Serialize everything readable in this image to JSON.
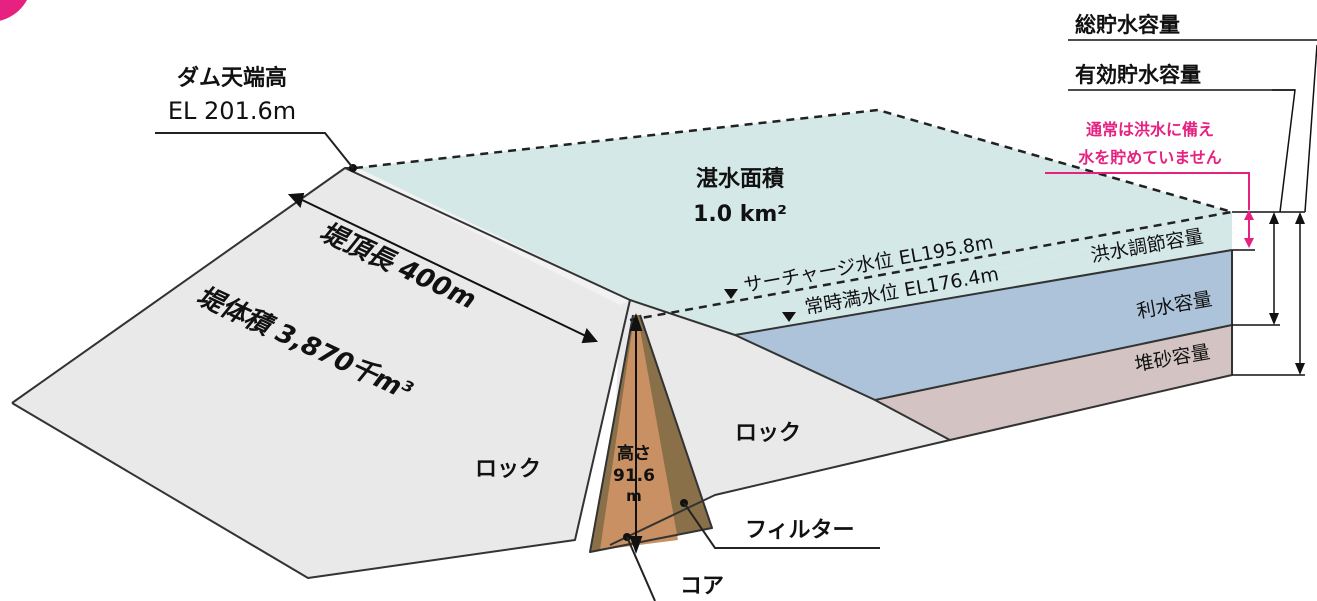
{
  "dam": {
    "crest_title": "ダム天端高",
    "crest_el": "EL 201.6m",
    "crest_length": "堤頂長 400m",
    "volume": "堤体積 3,870千m³",
    "rock_left": "ロック",
    "rock_right": "ロック",
    "core_height": [
      "高さ",
      "91.6",
      "m"
    ],
    "filter": "フィルター",
    "core": "コア"
  },
  "reservoir": {
    "area_title": "湛水面積",
    "area_value": "1.0 km²",
    "surcharge": "サーチャージ水位 EL195.8m",
    "normal": "常時満水位 EL176.4m",
    "flood": "洪水調節容量",
    "water_use": "利水容量",
    "sediment": "堆砂容量"
  },
  "capacity": {
    "total": "総貯水容量",
    "effective": "有効貯水容量",
    "note_line1": "通常は洪水に備え",
    "note_line2": "水を貯めていません"
  },
  "colors": {
    "surface": "#d5e8e8",
    "water": "#acc3da",
    "sediment": "#d3c3c3",
    "rock": "#e9e9e9",
    "filter": "#8a7048",
    "core": "#c89063",
    "accent": "#e6217f"
  }
}
